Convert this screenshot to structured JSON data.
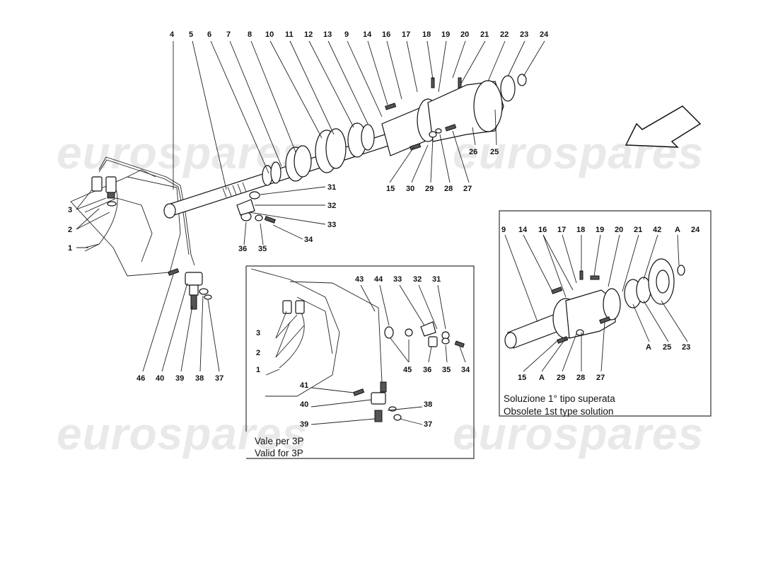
{
  "watermark": "eurospares",
  "labels": {
    "main_top": [
      "4",
      "5",
      "6",
      "7",
      "8",
      "10",
      "11",
      "12",
      "13",
      "9",
      "14",
      "16",
      "17",
      "18",
      "19",
      "20",
      "21",
      "22",
      "23",
      "24"
    ],
    "main_mid": [
      "26",
      "25",
      "15",
      "30",
      "29",
      "28",
      "27"
    ],
    "main_right_small": [
      "31",
      "32",
      "33",
      "34",
      "35",
      "36"
    ],
    "main_left": [
      "3",
      "2",
      "1"
    ],
    "main_bottom": [
      "46",
      "40",
      "39",
      "38",
      "37"
    ],
    "inset3p_top": [
      "43",
      "44",
      "33",
      "32",
      "31"
    ],
    "inset3p_left": [
      "3",
      "2",
      "1"
    ],
    "inset3p_mid": [
      "45",
      "36",
      "35",
      "34"
    ],
    "inset3p_low": [
      "41",
      "40",
      "38",
      "39",
      "37"
    ],
    "inset1_top": [
      "9",
      "14",
      "16",
      "17",
      "18",
      "19",
      "20",
      "21",
      "42",
      "A",
      "24"
    ],
    "inset1_bottom": [
      "15",
      "A",
      "29",
      "28",
      "27",
      "A",
      "25",
      "23"
    ]
  },
  "inset3p": {
    "caption_it": "Vale per 3P",
    "caption_en": "Valid for 3P"
  },
  "inset1": {
    "caption_it": "Soluzione 1° tipo superata",
    "caption_en": "Obsolete 1st type solution"
  }
}
